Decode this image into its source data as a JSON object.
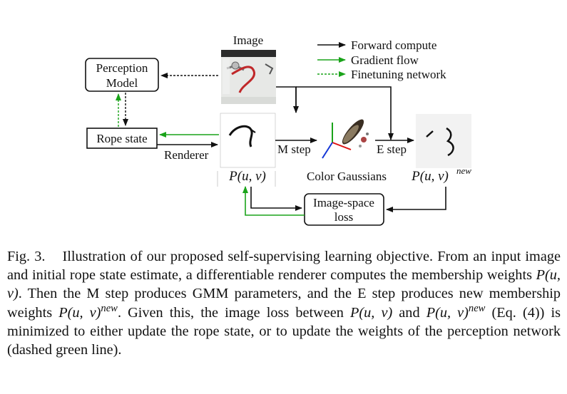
{
  "figure": {
    "image_title": "Image",
    "legend": {
      "forward": "Forward compute",
      "gradient": "Gradient flow",
      "finetune": "Finetuning network"
    },
    "perception_line1": "Perception",
    "perception_line2": "Model",
    "rope_state": "Rope state",
    "renderer": "Renderer",
    "m_step": "M step",
    "e_step": "E step",
    "puv": "P(u, v)",
    "puv_new_base": "P(u, v)",
    "puv_new_sup": "new",
    "color_gaussians": "Color Gaussians",
    "loss_line1": "Image-space",
    "loss_line2": "loss",
    "colors": {
      "black": "#111111",
      "green": "#1aa31a"
    }
  },
  "caption": {
    "label": "Fig. 3.",
    "s1": "Illustration of our proposed self-supervising learning objective. From an input image and initial rope state estimate, a differentiable renderer computes the membership weights ",
    "m1": "P(u, v)",
    "s2": ". Then the M step produces GMM parameters, and the E step produces new membership weights ",
    "m2": "P(u, v)",
    "m2sup": "new",
    "s3": ". Given this, the image loss between ",
    "m3": "P(u, v)",
    "s4": " and ",
    "m4": "P(u, v)",
    "m4sup": "new",
    "s5": " (Eq. (4)) is minimized to either update the rope state, or to update the weights of the perception network (dashed green line)."
  }
}
